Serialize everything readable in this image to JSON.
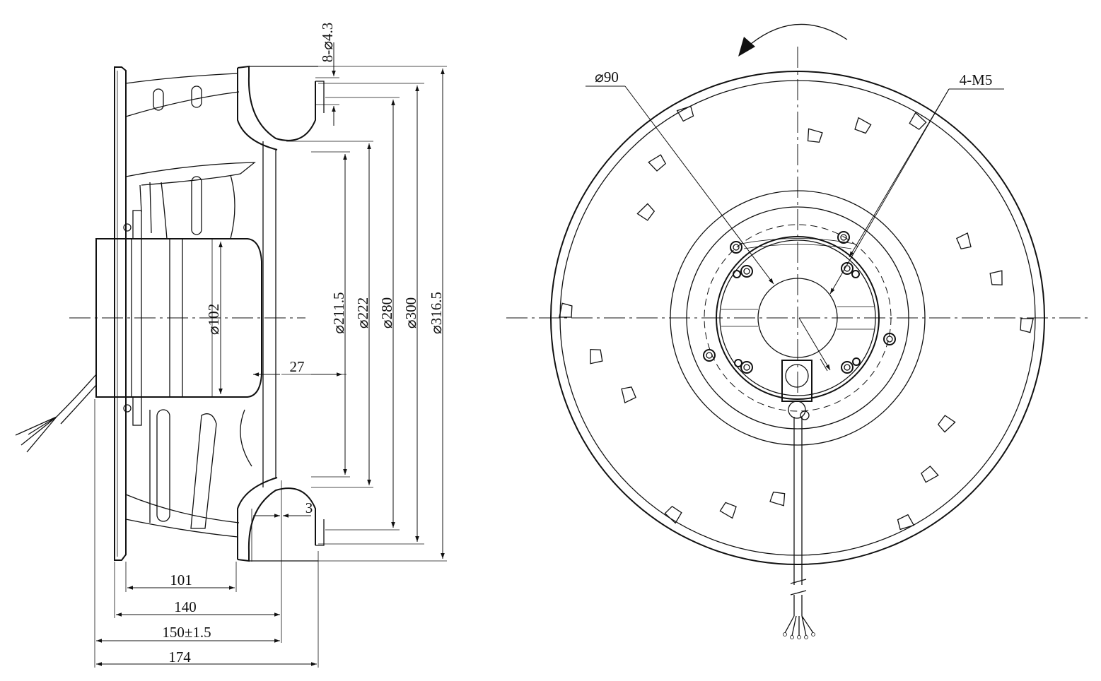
{
  "side_view": {
    "dim_overall_length": "174",
    "dim_length_150": "150±1.5",
    "dim_length_140": "140",
    "dim_length_101": "101",
    "dim_inlet_offset": "27",
    "dim_gap": "3",
    "dim_motor_dia": "⌀102",
    "dim_dia_211": "⌀211.5",
    "dim_dia_222": "⌀222",
    "dim_dia_280": "⌀280",
    "dim_dia_300": "⌀300",
    "dim_dia_316": "⌀316.5",
    "dim_holes": "8-⌀4.3"
  },
  "front_view": {
    "dim_bolt_circle": "⌀90",
    "dim_threads": "4-M5"
  }
}
